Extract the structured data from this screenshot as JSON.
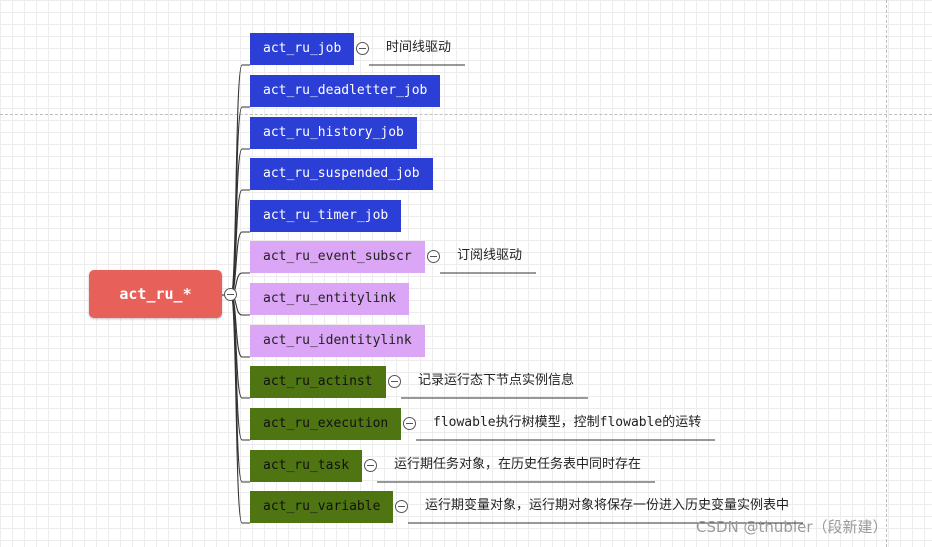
{
  "root": {
    "label": "act_ru_*"
  },
  "nodes": [
    {
      "label": "act_ru_job",
      "group": "blue",
      "note": "时间线驱动"
    },
    {
      "label": "act_ru_deadletter_job",
      "group": "blue"
    },
    {
      "label": "act_ru_history_job",
      "group": "blue"
    },
    {
      "label": "act_ru_suspended_job",
      "group": "blue"
    },
    {
      "label": "act_ru_timer_job",
      "group": "blue"
    },
    {
      "label": "act_ru_event_subscr",
      "group": "purple",
      "note": "订阅线驱动"
    },
    {
      "label": "act_ru_entitylink",
      "group": "purple"
    },
    {
      "label": "act_ru_identitylink",
      "group": "purple"
    },
    {
      "label": "act_ru_actinst",
      "group": "green",
      "note": "记录运行态下节点实例信息"
    },
    {
      "label": "act_ru_execution",
      "group": "green",
      "note": "flowable执行树模型，控制flowable的运转"
    },
    {
      "label": "act_ru_task",
      "group": "green",
      "note": "运行期任务对象，在历史任务表中同时存在"
    },
    {
      "label": "act_ru_variable",
      "group": "green",
      "note": "运行期变量对象，运行期对象将保存一份进入历史变量实例表中"
    }
  ],
  "colors": {
    "root": "#e8605a",
    "blue": "#2b3ed6",
    "purple": "#dba6f5",
    "green": "#4f7512",
    "line": "#333333"
  },
  "watermark": "CSDN @thubier（段新建）"
}
